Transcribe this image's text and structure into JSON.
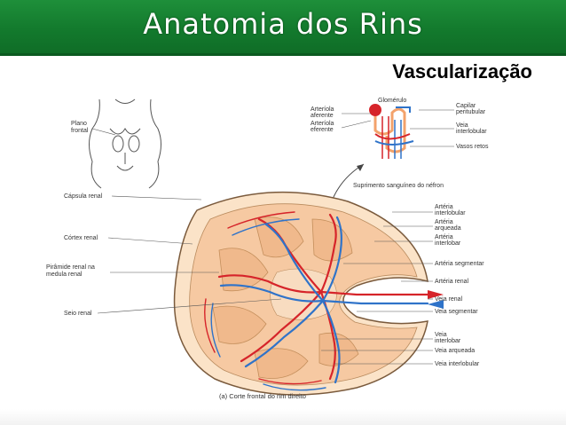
{
  "header": {
    "title": "Anatomia dos Rins",
    "subtitle": "Vascularização"
  },
  "colors": {
    "header_green": "#168334",
    "artery_red": "#d6242a",
    "vein_blue": "#2f73c9",
    "cortex_peach": "#f6c9a2"
  },
  "figure": {
    "body_labels": {
      "plane": "Plano\nfrontal"
    },
    "left_labels": [
      "Cápsula renal",
      "Córtex renal",
      "Pirâmide renal na\nmedula renal",
      "Seio renal"
    ],
    "nephron_labels_left": [
      "Arteríola\naferente",
      "Arteríola\neferente"
    ],
    "nephron_labels_right": [
      "Glomérulo",
      "Capilar\nperitubular",
      "Veia\ninterlobular",
      "Vasos retos"
    ],
    "nephron_caption": "Suprimento sanguíneo do néfron",
    "right_labels": [
      "Artéria\ninterlobular",
      "Artéria\narqueada",
      "Artéria\ninterlobar",
      "Artéria segmentar",
      "Artéria renal",
      "Veia renal",
      "Veia segmentar",
      "Veia\ninterlobar",
      "Veia arqueada",
      "Veia interlobular"
    ],
    "caption": "(a) Corte frontal do rim direito"
  }
}
